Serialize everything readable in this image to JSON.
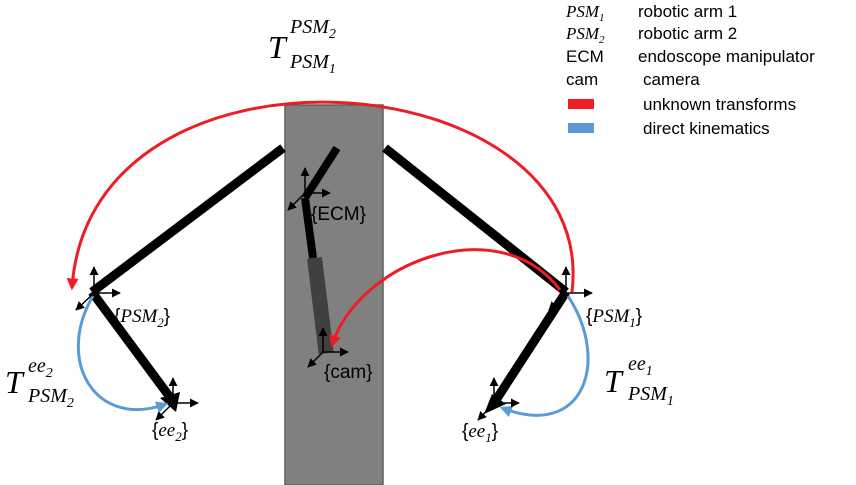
{
  "colors": {
    "unknown": "#ee1c24",
    "direct": "#5b9bd5",
    "pillar": "#808080",
    "pillar_edge": "#5f5f5f",
    "cam_body": "#404040",
    "link": "#000000"
  },
  "legend": [
    {
      "sym_base": "PSM",
      "sym_sub": "1",
      "desc": "robotic arm 1"
    },
    {
      "sym_base": "PSM",
      "sym_sub": "2",
      "desc": "robotic arm 2"
    },
    {
      "sym_text": "ECM",
      "desc": "endoscope manipulator"
    },
    {
      "sym_text": "cam",
      "desc": "camera"
    },
    {
      "swatch": "unknown",
      "desc": "unknown transforms"
    },
    {
      "swatch": "direct",
      "desc": "direct kinematics"
    }
  ],
  "transforms": {
    "psm1_to_psm2": {
      "base": "T",
      "sup_base": "PSM",
      "sup_sub": "2",
      "sub_base": "PSM",
      "sub_sub": "1"
    },
    "psm2_to_ee2": {
      "base": "T",
      "sup_base": "ee",
      "sup_sub": "2",
      "sub_base": "PSM",
      "sub_sub": "2"
    },
    "psm1_to_ee1": {
      "base": "T",
      "sup_base": "ee",
      "sup_sub": "1",
      "sub_base": "PSM",
      "sub_sub": "1"
    }
  },
  "frames": {
    "ecm": {
      "plain": "ECM"
    },
    "cam": {
      "plain": "cam"
    },
    "psm2": {
      "base": "PSM",
      "sub": "2"
    },
    "psm1": {
      "base": "PSM",
      "sub": "1"
    },
    "ee2": {
      "base": "ee",
      "sub": "2"
    },
    "ee1": {
      "base": "ee",
      "sub": "1"
    }
  },
  "brace_open": "{",
  "brace_close": "}"
}
